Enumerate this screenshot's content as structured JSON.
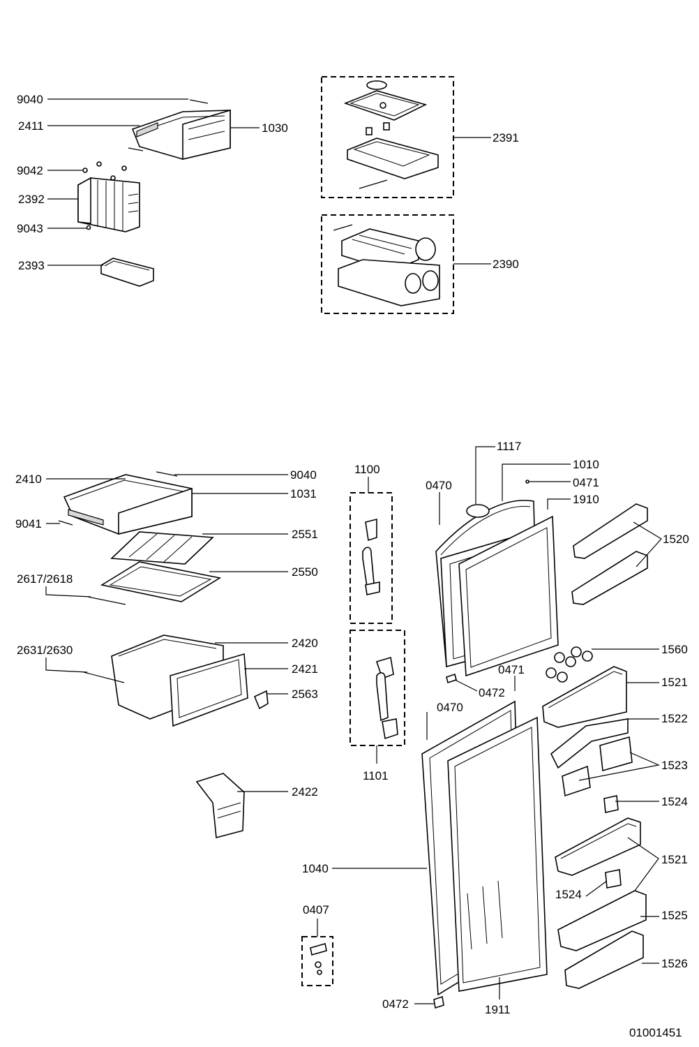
{
  "diagram": {
    "drawing_number": "01001451",
    "labels": {
      "l9040a": "9040",
      "l2411": "2411",
      "l1030": "1030",
      "l9042": "9042",
      "l2392": "2392",
      "l9043": "9043",
      "l2393": "2393",
      "l2391": "2391",
      "l2390": "2390",
      "l2410": "2410",
      "l9040b": "9040",
      "l1031": "1031",
      "l9041": "9041",
      "l2551": "2551",
      "l2617": "2617/2618",
      "l2550": "2550",
      "l2631": "2631/2630",
      "l2420": "2420",
      "l2421": "2421",
      "l2563": "2563",
      "l2422": "2422",
      "l0407": "0407",
      "l1100": "1100",
      "l1101": "1101",
      "l1117": "1117",
      "l1010": "1010",
      "l0470a": "0470",
      "l0471a": "0471",
      "l1910": "1910",
      "l1520": "1520",
      "l1560": "1560",
      "l0471b": "0471",
      "l0472a": "0472",
      "l1521a": "1521",
      "l0470b": "0470",
      "l1522": "1522",
      "l1523": "1523",
      "l1524a": "1524",
      "l1521b": "1521",
      "l1524b": "1524",
      "l1525": "1525",
      "l1526": "1526",
      "l1040": "1040",
      "l0472b": "0472",
      "l1911": "1911"
    }
  }
}
